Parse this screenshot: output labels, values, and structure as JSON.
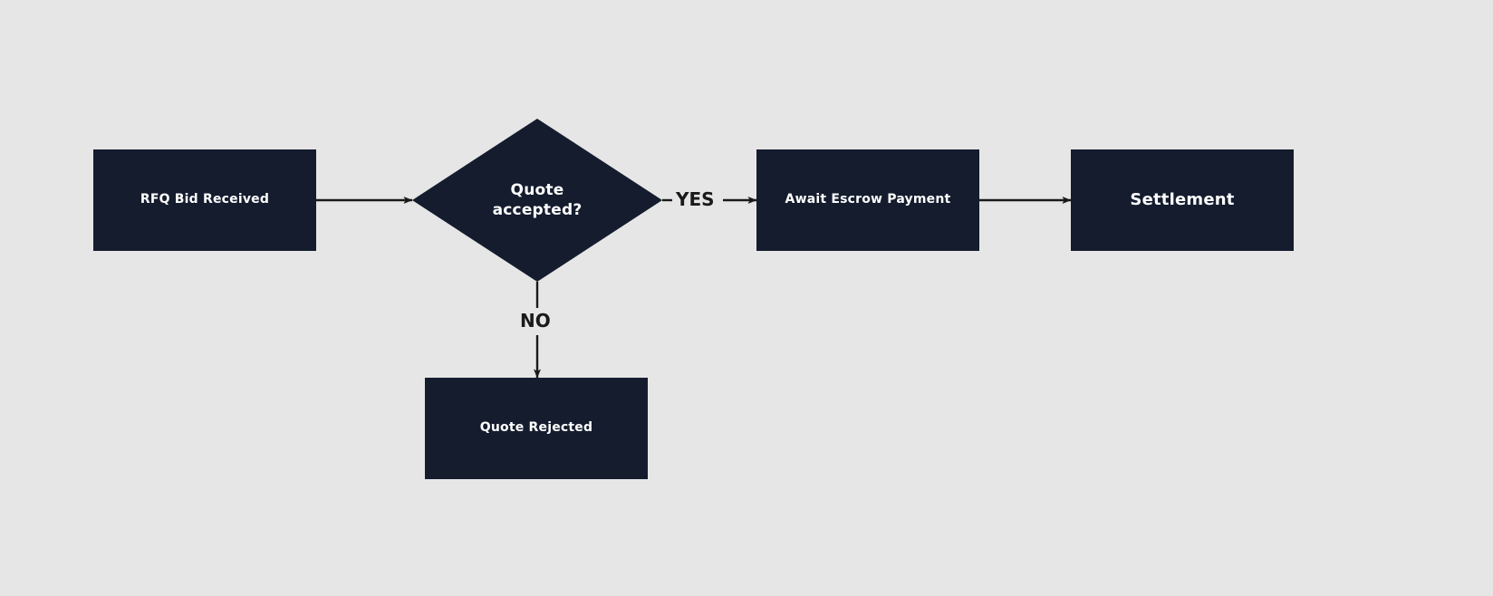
{
  "diagram": {
    "type": "flowchart",
    "direction": "left-to-right with downward branch",
    "background_color": "#e6e6e6",
    "node_fill_color": "#141c2e",
    "node_text_color": "#ffffff",
    "edge_color": "#1a1a1a",
    "nodes": [
      {
        "id": "rfq-bid-received",
        "shape": "rectangle",
        "label": "RFQ Bid Received"
      },
      {
        "id": "quote-accepted",
        "shape": "diamond",
        "label": "Quote\naccepted?"
      },
      {
        "id": "await-escrow-payment",
        "shape": "rectangle",
        "label": "Await Escrow Payment"
      },
      {
        "id": "settlement",
        "shape": "rectangle",
        "label": "Settlement"
      },
      {
        "id": "quote-rejected",
        "shape": "rectangle",
        "label": "Quote Rejected"
      }
    ],
    "edges": [
      {
        "from": "rfq-bid-received",
        "to": "quote-accepted",
        "label": ""
      },
      {
        "from": "quote-accepted",
        "to": "await-escrow-payment",
        "label": "YES"
      },
      {
        "from": "await-escrow-payment",
        "to": "settlement",
        "label": ""
      },
      {
        "from": "quote-accepted",
        "to": "quote-rejected",
        "label": "NO"
      }
    ]
  }
}
